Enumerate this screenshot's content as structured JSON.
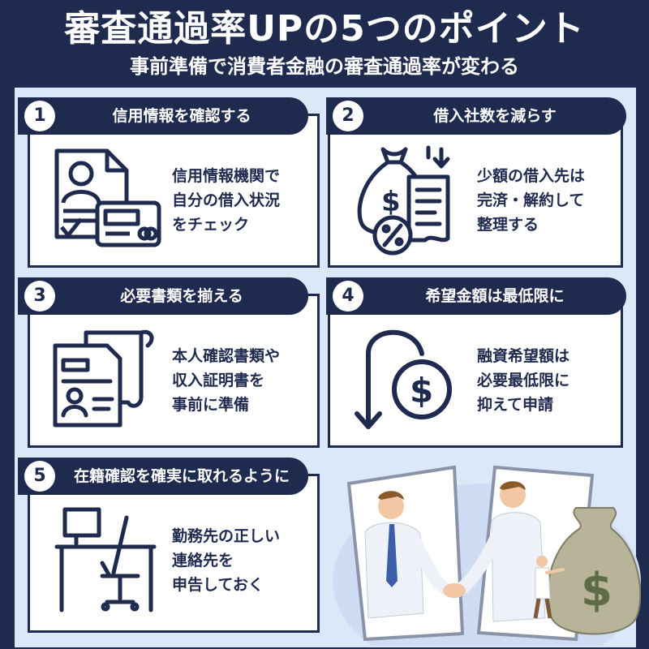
{
  "header": {
    "title": "審査通過率UPの5つのポイント",
    "subtitle": "事前準備で消費者金融の審査通過率が変わる"
  },
  "points": [
    {
      "number": "1",
      "label": "信用情報を確認する",
      "text": "信用情報機関で\n自分の借入状況\nをチェック",
      "icon": "credit-report-icon"
    },
    {
      "number": "2",
      "label": "借入社数を減らす",
      "text": "少額の借入先は\n完済・解約して\n整理する",
      "icon": "money-bag-invoice-icon"
    },
    {
      "number": "3",
      "label": "必要書類を揃える",
      "text": "本人確認書類や\n収入証明書を\n事前に準備",
      "icon": "documents-icon"
    },
    {
      "number": "4",
      "label": "希望金額は最低限に",
      "text": "融資希望額は\n必要最低限に\n抑えて申請",
      "icon": "dollar-down-arrow-icon"
    },
    {
      "number": "5",
      "label": "在籍確認を確実に取れるように",
      "text": "勤務先の正しい\n連絡先を\n申告しておく",
      "icon": "office-desk-chair-icon"
    }
  ],
  "colors": {
    "navy": "#1f2a4f",
    "panel": "#dce7f8",
    "card": "#ffffff"
  }
}
